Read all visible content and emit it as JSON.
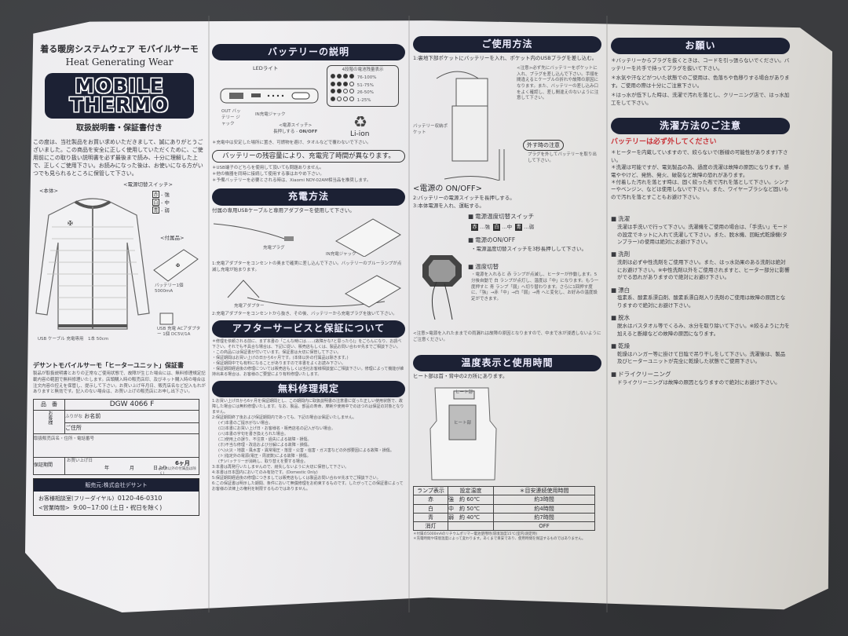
{
  "col1": {
    "subtitle_jp": "着る暖房システムウェア モバイルサーモ",
    "subtitle_en": "Heat Generating Wear",
    "logo_line1": "MOBILE",
    "logo_line2": "THERMO",
    "manual_title": "取扱説明書・保証書付き",
    "intro": "この度は、当社製品をお買い求めいただきまして、誠にありがとうございました。この商品を安全に正しく使用していただくために、ご使用前にこの取り扱い説明書を必ず最後まで読み、十分に理解した上で、正しくご使用下さい。お読みになった後は、お使いになる方がいつでも見られるところに保管して下さい。",
    "body_label": "<本体>",
    "switch_label": "<電源切替スイッチ>",
    "switch_items": [
      {
        "lamp": "赤",
        "level": "- 強"
      },
      {
        "lamp": "白",
        "level": "- 中"
      },
      {
        "lamp": "青",
        "level": "- 弱"
      }
    ],
    "accessories_label": "<付属品>",
    "battery_label": "バッテリー1個",
    "battery_capacity": "5000mA",
    "cable_label": "USB ケーブル 充電専用　1本 50cm",
    "adapter_label": "USB 充電 ACアダプター 1個 DC5V/1A",
    "warranty_title": "デサントモバイルサーモ「ヒーターユニット」保証書",
    "warranty_text": "製品が取扱説明書とおりの正常なご使用状態で、故障が生じた場合には、無料修理規定記載内容の範囲で無料修理いたします。店頭購入時の販売店印、及びネット購入時の場合は注文内容の控えを保管し、提示して下さい。お買い上げ年月日、販売店名など記入もれがありますと無効です。記入のない場合は、お買い上げの販売店にお申し出下さい。",
    "form": {
      "product_label": "品　番",
      "product_value": "DGW 4066 F",
      "customer_label": "お客様",
      "name_furigana": "ふりがな",
      "name_label": "お名前",
      "address_label": "ご住所",
      "store_label": "取扱販売店名・住所・電話番号",
      "warranty_label": "保証期間",
      "purchase_date_label": "お買い上げ日",
      "year": "年",
      "month": "月",
      "day": "日より",
      "period": "6ヶ月",
      "period_note": "(本体以外の付属品は除く)"
    },
    "seller_banner": "販売元:株式会社デサント",
    "contact_label": "お客様相談室(フリーダイヤル)",
    "contact_phone": "0120-46-0310",
    "hours_label": "<営業時間>",
    "hours_value": "9:00~17:00 (土日・祝日を除く)"
  },
  "col2": {
    "battery_title": "バッテリーの説明",
    "led_label": "LEDライト",
    "out_label": "OUT バッテリー ジャック",
    "in_label": "IN充電ジャック",
    "power_switch_label": "<電源スイッチ>",
    "power_switch_action": "長押しする - ",
    "power_switch_onoff": "ON/OFF",
    "level_title": "4段階の電池残量表示",
    "levels": [
      {
        "on": 4,
        "range": "76-100%"
      },
      {
        "on": 3,
        "range": "51-75%"
      },
      {
        "on": 2,
        "range": "26-50%"
      },
      {
        "on": 1,
        "range": "1-25%"
      }
    ],
    "li_ion": "Li-ion",
    "note1": "＊充電中は安定した場所に置き、可燃物を避け、タオルなどで覆わないで下さい。",
    "highlight": "バッテリーの残容量により、充電完了時間が異なります。",
    "note2": "＊USB端子のどちらを使用して頂いても問題ありません。",
    "note3": "＊他の機器を同時に接続して使用する事はおやめ下さい。",
    "note4": "＊予備バッテリーを必要とされる時は、Xiaomi NDY-02AM相当品を推奨します。",
    "charge_title": "充電方法",
    "charge_intro": "付属の専用USBケーブルと専用アダプターを使用して下さい。",
    "charge_plug": "充電プラグ",
    "charge_in": "IN充電ジャック",
    "charge_step1": "1:充電アダプターをコンセントの奥まで確実に差し込んで下さい。バッテリーのブルーランプが点滅し充電が始まります。",
    "charge_adapter": "充電アダプター",
    "charge_step2": "2:充電アダプターをコンセントから抜き、その後、バッテリーから充電プラグを抜いて下さい。",
    "after_title": "アフターサービスと保証について",
    "after_items": [
      "＊修理を依頼される前に、まず本書の「こんな時には……(故障かな?と思ったら)」をごらんになり、お調べ下さい。それでも不具合な場合は、下記に従い、販売店もしくは、製品お問い合わせ先までご相談下さい。",
      "・この商品には保証書が付いています。保証書は大切に保管して下さい。",
      "・保証期間はお買い上げの日から6ヶ月です。(本体以外の付属品は除きます。)",
      "・保証期間中でも有料になることがありますので本書をよくお読み下さい。",
      "・保証期間経過後の修理については販売店もしくは当社お客様相談室にご相談下さい。修理によって機能が維持出来る場合は、お客様のご要望により有料修理いたします。"
    ],
    "repair_title": "無料修理規定",
    "repair_items": [
      "1:お買い上げ日から6ヶ月を保証期間とし、この期間内に取扱説明書の注意書に従った正しい使用状態で、故障した場合には無料修理いたします。なお、製品、部品の寿命、摩耗や使用中でのほつれは保証の対象となりません。",
      "2:保証期間終了後および保証期間内であっても、下記の場合は保証いたしません。",
      "(イ)本書のご提示がない場合。",
      "(ロ)本書にお買い上げ日・お客様名・販売店名の記入がない場合。",
      "(ハ)本書の字句を書き換えられた場合。",
      "(ニ)使用上の誤り、不注意・過失による故障・損傷。",
      "(ホ)不当な修理・改造および分解による故障・損傷。",
      "(ヘ)火災・地震・風水害・異常電圧・落雷・公害・塩害・ガス害などの外部要因による故障・損傷。",
      "(ト)指定外の電源(電圧・周波数)による故障・損傷。",
      "(チ)バッテリーが消耗し、取り替えを要する場合。",
      "3:本書は再発行いたしませんので、紛失しないように大切に保管して下さい。",
      "4:本書は日本国内においてのみ有効です。(Domestic Only)",
      "5:保証期間経過後の修理につきましては販売店もしくは製品お問い合わせ先までご相談下さい。",
      "6:この保証書は明示した期間、条件において無償修理をお約束するものです。したがってこの保証書によってお客様の法律上の権利を制限するものではありません。"
    ]
  },
  "col3": {
    "usage_title": "ご使用方法",
    "step1": "1:裏地下部ポケットにバッテリーを入れ、ポケット内のUSBプラグを差し込む。",
    "caution": "<注意>必ず先にバッテリーをポケットに入れ、プラグを差し込んで下さい。手順を間違えるとケーブルの折れや故障の原因になります。また、バッテリーの差し込み口をよく確認し、差し間違えのないように注意して下さい。",
    "pocket_label": "バッテリー収納ポケット",
    "removal_title": "外す時の注意",
    "removal_text": "プラグを外してバッテリーを取り出して下さい。",
    "onoff_title": "<電源の ON/OFF>",
    "step2": "2:バッテリーの電源スイッチを長押しする。",
    "step3": "3:本体電源を入れ、運転する。",
    "temp_switch_title": "電源温度切替スイッチ",
    "temp_switch_items": [
      {
        "lamp": "赤",
        "level": "…強"
      },
      {
        "lamp": "白",
        "level": "…中"
      },
      {
        "lamp": "青",
        "level": "…弱"
      }
    ],
    "power_title": "電源のON/OFF",
    "power_text": "・電源温度切替スイッチを3秒長押しして下さい。",
    "temp_change_title": "温度切替",
    "temp_change_text": "・電源を入れると 赤 ランプが点滅し、ヒーターが作動します。5分後自動で 白 ランプが点灯し、温度は「中」になります。もう一度押すと 青 ランプ「弱」へ切り替わります。さらに1回押す度に、「強」→赤「中」→白「弱」→青 へと変化し、お好みの温度設定ができます。",
    "rain_note": "<注意>電源を入れたままでの雨漏れは故障の原因となりますので、中まで水が浸透しないようにご注意ください。",
    "display_title": "温度表示と使用時間",
    "heater_location": "ヒート部は首・背中の2カ所にあります。",
    "heat_label": "ヒート部",
    "table": {
      "headers": [
        "ランプ表示",
        "設定温度",
        "＊目安連続使用時間"
      ],
      "rows": [
        [
          "赤",
          "強　約 60℃",
          "約3時間"
        ],
        [
          "白",
          "中　約 50℃",
          "約4時間"
        ],
        [
          "青",
          "弱　約 40℃",
          "約7時間"
        ],
        [
          "消灯",
          "",
          "OFF"
        ]
      ]
    },
    "table_note1": "＊付属の5000mAのリチウムポリマー電池使用時(環境温度15℃(室内)測定時)",
    "table_note2": "＊充電時間や環境温度によって変わります。あくまで目安であり、使用時間を保証するものではありません。"
  },
  "col4": {
    "request_title": "お願い",
    "requests": [
      "＊バッテリーからプラグを抜くときは、コードを引っ張らないでください。バッテリーを片手で持ってプラグを抜いて下さい。",
      "＊水気や汗などがついた状態でのご使用は、色落ちや色移りする場合があります。ご使用の際は十分にご注意下さい。",
      "＊はっ水が低下した時は、洗濯で汚れを落とし、クリーニング店で、はっ水加工をして下さい。"
    ],
    "wash_title": "洗濯方法のご注意",
    "wash_warning": "バッテリーは必ず外してください",
    "wash_notes": [
      "＊ヒーターを内蔵していますので、絞らないで(断線の可能性があります)下さい。",
      "＊洗濯は可能ですが、電気製品の為、過度の洗濯は故障の原因になります。感電ややけど、発熱、発火、破裂など故障の恐れがあります。",
      "＊付着した汚れを落とす時は、固く絞った布で汚れを落として下さい。シンナーやベンジン、などは使用しないで下さい。また、ワイヤーブラシなど固いもので汚れを落とすこともお避け下さい。"
    ],
    "sections": [
      {
        "title": "洗濯",
        "text": "洗濯は手洗いで行って下さい。洗濯機をご使用の場合は、「手洗い」モードの設定でネットに入れて洗濯して下さい。また、脱水機、回転式乾燥機(タンブラー)の使用は絶対にお避け下さい。"
      },
      {
        "title": "洗剤",
        "text": "洗剤は必ず中性洗剤をご使用下さい。また、はっ水効果のある洗剤は絶対にお避け下さい。※中性洗剤以外をご使用されますと、ヒーター部分に影響がでる恐れがありますので絶対にお避け下さい。"
      },
      {
        "title": "漂白",
        "text": "塩素系、酸素系漂白剤、酸素系漂白剤入り洗剤のご使用は故障の原因となりますので絶対にお避け下さい。"
      },
      {
        "title": "脱水",
        "text": "脱水はバスタオル等でくるみ、水分を取り除いて下さい。※絞るように力を加えると断線などの故障の原因になります。"
      },
      {
        "title": "乾燥",
        "text": "乾燥はハンガー等に掛けて日陰で吊り干しをして下さい。洗濯後は、製品及びヒーターユニットが完全に乾燥した状態でご使用下さい。"
      },
      {
        "title": "ドライクリーニング",
        "text": "ドライクリーニングは故障の原因となりますので絶対にお避け下さい。"
      }
    ]
  }
}
